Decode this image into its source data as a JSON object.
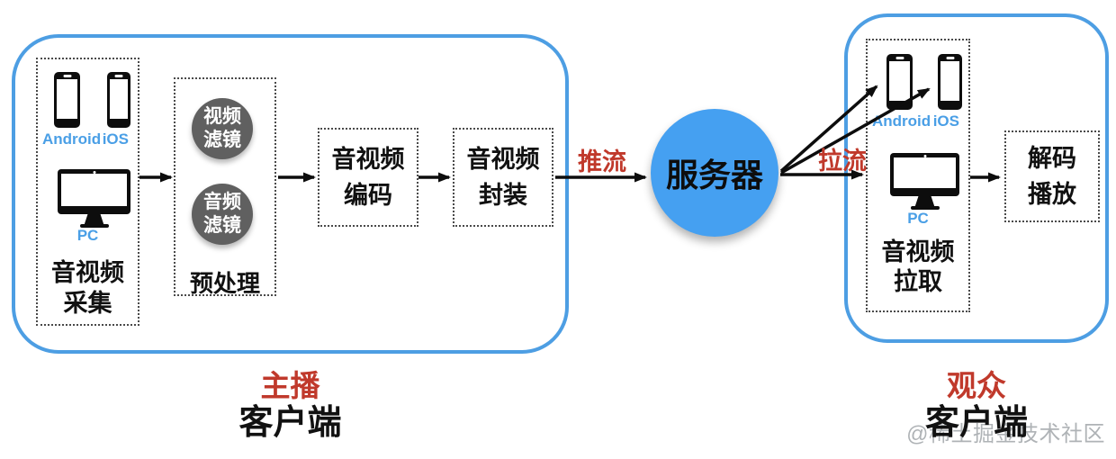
{
  "colors": {
    "frame_blue": "#4d9ee3",
    "server_blue": "#45a0f1",
    "device_label_blue": "#4a9fe6",
    "flow_red": "#c0392b",
    "filter_gray": "#606060"
  },
  "host_client": {
    "capture": {
      "android": "Android",
      "ios": "iOS",
      "pc": "PC",
      "label": [
        "音视频",
        "采集"
      ]
    },
    "preprocess": {
      "video_filter": [
        "视频",
        "滤镜"
      ],
      "audio_filter": [
        "音频",
        "滤镜"
      ],
      "label": "预处理"
    },
    "encode": [
      "音视频",
      "编码"
    ],
    "mux": [
      "音视频",
      "封装"
    ],
    "role": "主播",
    "caption": "客户端"
  },
  "server": {
    "label": "服务器"
  },
  "flows": {
    "push": "推流",
    "pull": "拉流"
  },
  "viewer_client": {
    "pull": {
      "android": "Android",
      "ios": "iOS",
      "pc": "PC",
      "label": [
        "音视频",
        "拉取"
      ]
    },
    "decode": [
      "解码",
      "播放"
    ],
    "role": "观众",
    "caption": "客户端"
  },
  "watermark": "@稀土掘金技术社区"
}
